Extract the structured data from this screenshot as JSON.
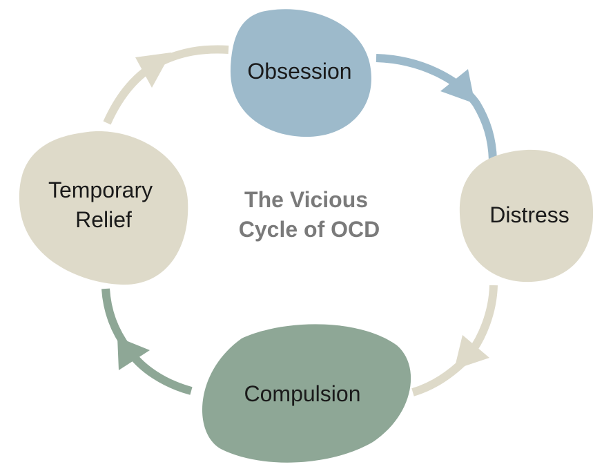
{
  "diagram": {
    "title_lines": [
      "The Vicious",
      "Cycle of OCD"
    ],
    "title_color": "#7a7a7a",
    "nodes": [
      {
        "id": "obsession",
        "label_lines": [
          "Obsession"
        ],
        "color": "#9dbacb"
      },
      {
        "id": "distress",
        "label_lines": [
          "Distress"
        ],
        "color": "#dedac9"
      },
      {
        "id": "compulsion",
        "label_lines": [
          "Compulsion"
        ],
        "color": "#8ea796"
      },
      {
        "id": "temporary-relief",
        "label_lines": [
          "Temporary",
          "Relief"
        ],
        "color": "#dedac9"
      }
    ],
    "edges": [
      {
        "from": "obsession",
        "to": "distress",
        "color": "#9dbacb"
      },
      {
        "from": "distress",
        "to": "compulsion",
        "color": "#dedac9"
      },
      {
        "from": "compulsion",
        "to": "temporary-relief",
        "color": "#8ea796"
      },
      {
        "from": "temporary-relief",
        "to": "obsession",
        "color": "#dedac9"
      }
    ]
  }
}
